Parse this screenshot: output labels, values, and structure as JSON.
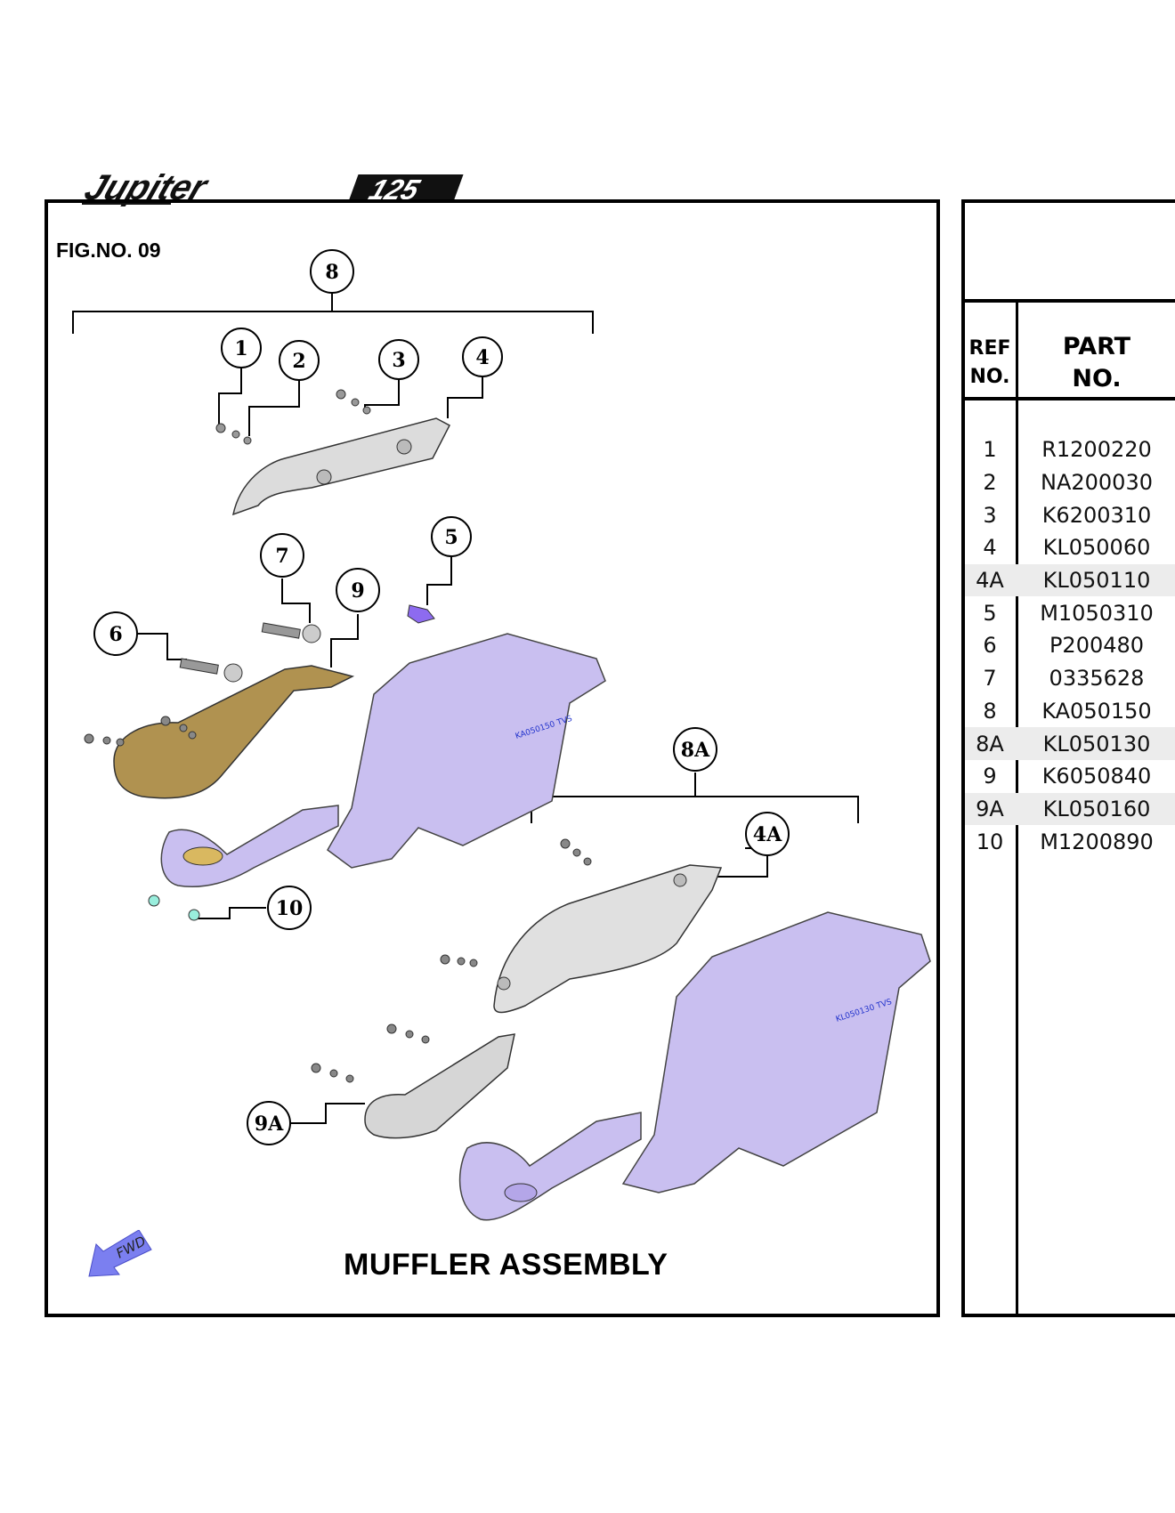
{
  "brand": {
    "logo_text": "Jupiter 125"
  },
  "figure": {
    "fig_no": "FIG.NO. 09",
    "title": "MUFFLER ASSEMBLY",
    "fwd_label": "FWD",
    "callouts": [
      "1",
      "2",
      "3",
      "4",
      "5",
      "6",
      "7",
      "8",
      "9",
      "10",
      "8A",
      "4A",
      "9A"
    ]
  },
  "table": {
    "col_ref": "REF\nNO.",
    "col_part": "PART\nNO.",
    "rows": [
      {
        "ref": "1",
        "part": "R1200220",
        "shaded": false
      },
      {
        "ref": "2",
        "part": "NA200030",
        "shaded": false
      },
      {
        "ref": "3",
        "part": "K6200310",
        "shaded": false
      },
      {
        "ref": "4",
        "part": "KL050060",
        "shaded": false
      },
      {
        "ref": "4A",
        "part": "KL050110",
        "shaded": true
      },
      {
        "ref": "5",
        "part": "M1050310",
        "shaded": false
      },
      {
        "ref": "6",
        "part": "P200480",
        "shaded": false
      },
      {
        "ref": "7",
        "part": "0335628",
        "shaded": false
      },
      {
        "ref": "8",
        "part": "KA050150",
        "shaded": false
      },
      {
        "ref": "8A",
        "part": "KL050130",
        "shaded": true
      },
      {
        "ref": "9",
        "part": "K6050840",
        "shaded": false
      },
      {
        "ref": "9A",
        "part": "KL050160",
        "shaded": true
      },
      {
        "ref": "10",
        "part": "M1200890",
        "shaded": false
      }
    ]
  },
  "colors": {
    "muffler": "#c9bff0",
    "heat_shield": "#d8d8d8",
    "bronze_shield": "#a88a4a",
    "fwd_arrow": "#7b7ff0"
  }
}
